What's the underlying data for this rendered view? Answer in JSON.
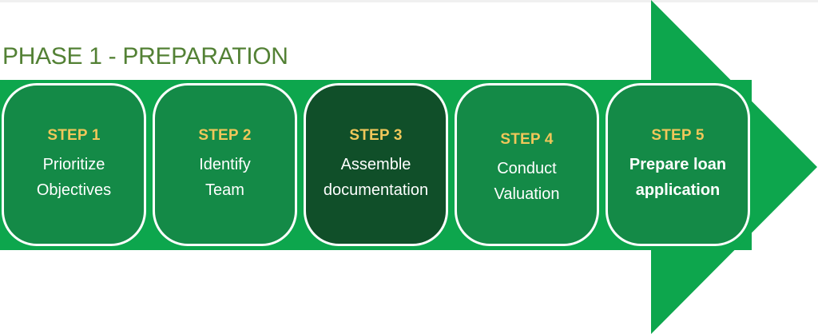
{
  "diagram": {
    "title": "PHASE 1 - PREPARATION",
    "steps": [
      {
        "label": "STEP 1",
        "description": "Prioritize Objectives",
        "lines": [
          "Prioritize",
          "Objectives"
        ],
        "highlighted": false,
        "bold_description": false
      },
      {
        "label": "STEP 2",
        "description": "Identify Team",
        "lines": [
          "Identify",
          "Team"
        ],
        "highlighted": false,
        "bold_description": false
      },
      {
        "label": "STEP 3",
        "description": "Assemble documentation",
        "lines": [
          "Assemble",
          "documentation"
        ],
        "highlighted": true,
        "bold_description": false
      },
      {
        "label": "STEP 4",
        "description": "Conduct Valuation",
        "lines": [
          "Conduct",
          "Valuation"
        ],
        "highlighted": false,
        "bold_description": false
      },
      {
        "label": "STEP 5",
        "description": "Prepare loan application",
        "lines": [
          "Prepare loan",
          "application"
        ],
        "highlighted": false,
        "bold_description": true
      }
    ],
    "colors": {
      "title_text": "#538135",
      "band_arrow_green": "#0DA64D",
      "card_green": "#148A47",
      "card_dark_green": "#104F29",
      "step_label_yellow": "#F0C75A",
      "card_text_white": "#FFFFFF",
      "card_border_white": "#FFFFFF"
    }
  }
}
